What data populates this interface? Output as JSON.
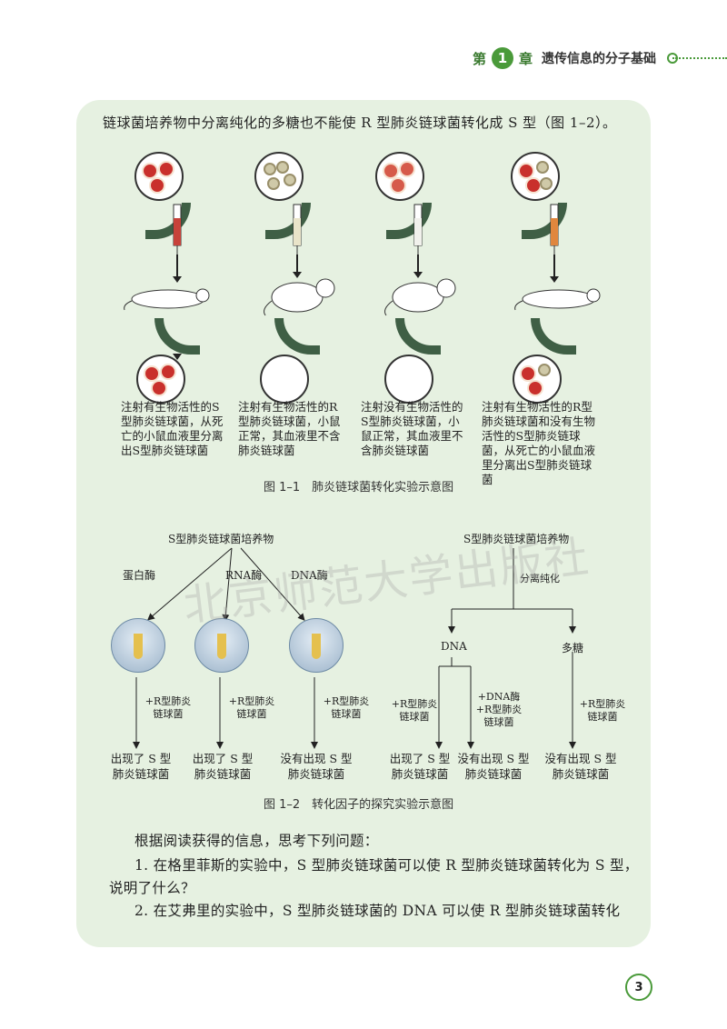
{
  "header": {
    "chapter_prefix": "第",
    "chapter_number": "1",
    "chapter_suffix": "章",
    "title": "遗传信息的分子基础"
  },
  "intro": "链球菌培养物中分离纯化的多糖也不能使 R 型肺炎链球菌转化成 S 型（图 1–2）。",
  "figure1": {
    "captions": [
      "注射有生物活性的S型肺炎链球菌，从死亡的小鼠血液里分离出S型肺炎链球菌",
      "注射有生物活性的R型肺炎链球菌，小鼠正常，其血液里不含肺炎链球菌",
      "注射没有生物活性的S型肺炎链球菌，小鼠正常，其血液里不含肺炎链球菌",
      "注射有生物活性的R型肺炎链球菌和没有生物活性的S型肺炎链球菌，从死亡的小鼠血液里分离出S型肺炎链球菌"
    ],
    "title": "图 1–1　肺炎链球菌转化实验示意图"
  },
  "figure2": {
    "left_source": "S型肺炎链球菌培养物",
    "enzymes": [
      "蛋白酶",
      "RNA酶",
      "DNA酶"
    ],
    "add_label": "+R型肺炎\n链球菌",
    "left_results": [
      "出现了 S 型\n肺炎链球菌",
      "出现了 S 型\n肺炎链球菌",
      "没有出现 S 型\n肺炎链球菌"
    ],
    "right_source": "S型肺炎链球菌培养物",
    "separation": "分离纯化",
    "dna_label": "DNA",
    "polysaccharide_label": "多糖",
    "dna_add_r": "+R型肺炎\n链球菌",
    "dna_add_dnase": "+DNA酶\n+R型肺炎\n链球菌",
    "poly_add_r": "+R型肺炎\n链球菌",
    "right_results": [
      "出现了 S 型\n肺炎链球菌",
      "没有出现 S 型\n肺炎链球菌",
      "没有出现 S 型\n肺炎链球菌"
    ],
    "title": "图 1–2　转化因子的探究实验示意图"
  },
  "questions": {
    "lead": "根据阅读获得的信息，思考下列问题：",
    "q1_line1": "1. 在格里菲斯的实验中，S 型肺炎链球菌可以使 R 型肺炎链球菌转化为 S 型，",
    "q1_line2": "说明了什么？",
    "q2_line1": "2. 在艾弗里的实验中，S 型肺炎链球菌的 DNA 可以使 R 型肺炎链球菌转化"
  },
  "watermark": "北京师范大学出版社",
  "page_number": "3",
  "colors": {
    "accent_green": "#4a9a3a",
    "panel_bg": "#e6f1e1",
    "s_bacteria": "#c9302c"
  }
}
